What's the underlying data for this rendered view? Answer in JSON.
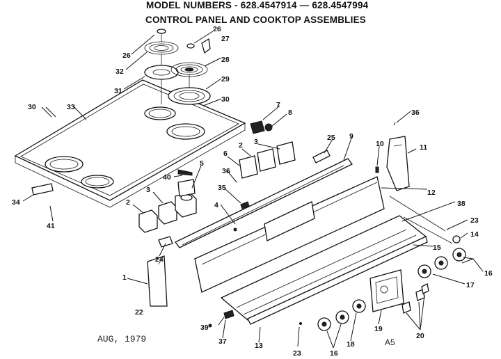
{
  "header": {
    "line1": "MODEL NUMBERS - 628.4547914 — 628.4547994",
    "line2": "CONTROL PANEL AND COOKTOP ASSEMBLIES"
  },
  "footer": {
    "date": "AUG, 1979",
    "code": "A5"
  },
  "part_labels": [
    "26",
    "27",
    "26",
    "28",
    "32",
    "31",
    "29",
    "30",
    "30",
    "33",
    "7",
    "8",
    "36",
    "25",
    "9",
    "10",
    "11",
    "6",
    "2",
    "3",
    "36",
    "5",
    "40",
    "3",
    "35",
    "12",
    "38",
    "4",
    "2",
    "34",
    "41",
    "24",
    "23",
    "14",
    "15",
    "16",
    "1",
    "17",
    "22",
    "39",
    "37",
    "13",
    "23",
    "16",
    "18",
    "19",
    "20"
  ]
}
